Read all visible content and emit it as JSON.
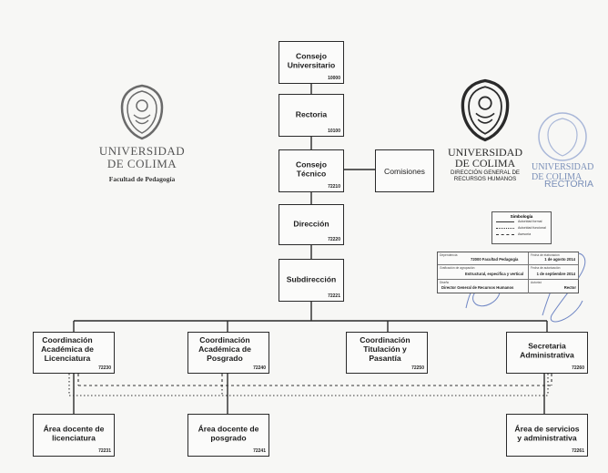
{
  "header_left": {
    "university_line1": "UNIVERSIDAD",
    "university_line2": "DE COLIMA",
    "faculty": "Facultad de Pedagogía"
  },
  "header_right": {
    "university_line1": "UNIVERSIDAD",
    "university_line2": "DE COLIMA",
    "department_line1": "DIRECCIÓN GENERAL DE",
    "department_line2": "RECURSOS HUMANOS"
  },
  "stamp": {
    "line1": "UNIVERSIDAD DE COLIMA",
    "line2": "RECTORIA"
  },
  "nodes": {
    "consejo_universitario": {
      "label": "Consejo Universitario",
      "code": "10000"
    },
    "rectoria": {
      "label": "Rectoria",
      "code": "10100"
    },
    "consejo_tecnico": {
      "label": "Consejo Técnico",
      "code": "72210"
    },
    "comisiones": {
      "label": "Comisiones",
      "code": ""
    },
    "direccion": {
      "label": "Dirección",
      "code": "72220"
    },
    "subdireccion": {
      "label": "Subdirección",
      "code": "72221"
    },
    "coord_licenciatura": {
      "label": "Coordinación Académica de Licenciatura",
      "code": "72230"
    },
    "coord_posgrado": {
      "label": "Coordinación Académica de Posgrado",
      "code": "72240"
    },
    "coord_titulacion": {
      "label": "Coordinación Titulación y Pasantía",
      "code": "72250"
    },
    "secretaria_admin": {
      "label": "Secretaria Administrativa",
      "code": "72260"
    },
    "area_licenciatura": {
      "label": "Área docente de licenciatura",
      "code": "72231"
    },
    "area_posgrado": {
      "label": "Área docente de posgrado",
      "code": "72241"
    },
    "area_servicios": {
      "label": "Área de servicios y administrativa",
      "code": "72261"
    }
  },
  "legend": {
    "title": "Simbología",
    "items": [
      "Autoridad formal",
      "Autoridad funcional",
      "Asesoría"
    ]
  },
  "info_table": {
    "dependencia_label": "Dependencia",
    "dependencia_value": "72000 Facultad Pedagogía",
    "fecha_elab_label": "Fecha de elaboración",
    "fecha_elab_value": "1 de agosto 2014",
    "graficacion_label": "Graficación de agrupación",
    "graficacion_value": "Estructural, especifica y vertical",
    "fecha_aut_label": "Fecha de autorización",
    "fecha_aut_value": "1 de septiembre 2014",
    "diseno_label": "Diseño",
    "diseno_value": "Director General de Recursos Humanos",
    "autorizo_label": "Autorizó",
    "autorizo_value": "Rector"
  }
}
